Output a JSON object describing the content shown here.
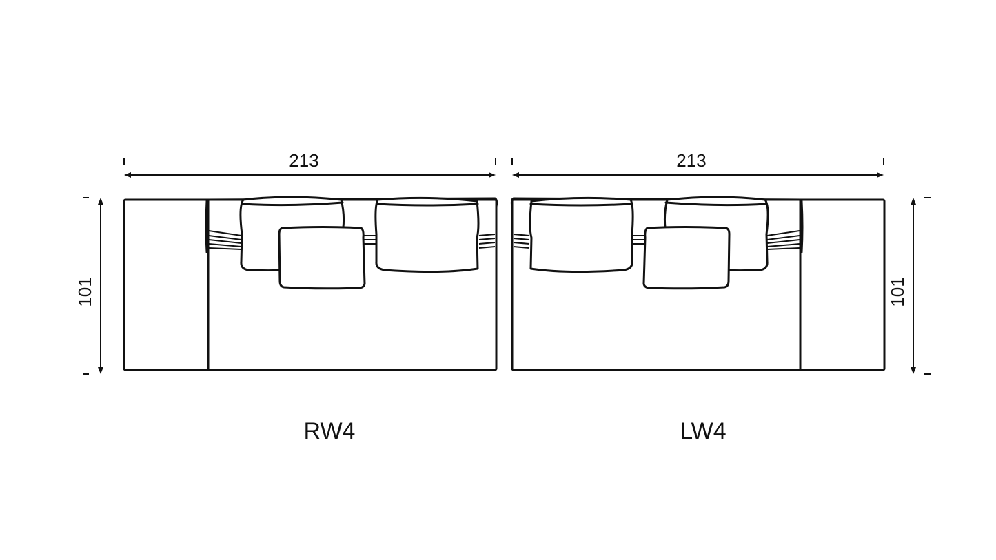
{
  "diagram": {
    "units": [
      {
        "label": "RW4",
        "width": "213",
        "depth": "101"
      },
      {
        "label": "LW4",
        "width": "213",
        "depth": "101"
      }
    ],
    "stroke_color": "#111111"
  }
}
